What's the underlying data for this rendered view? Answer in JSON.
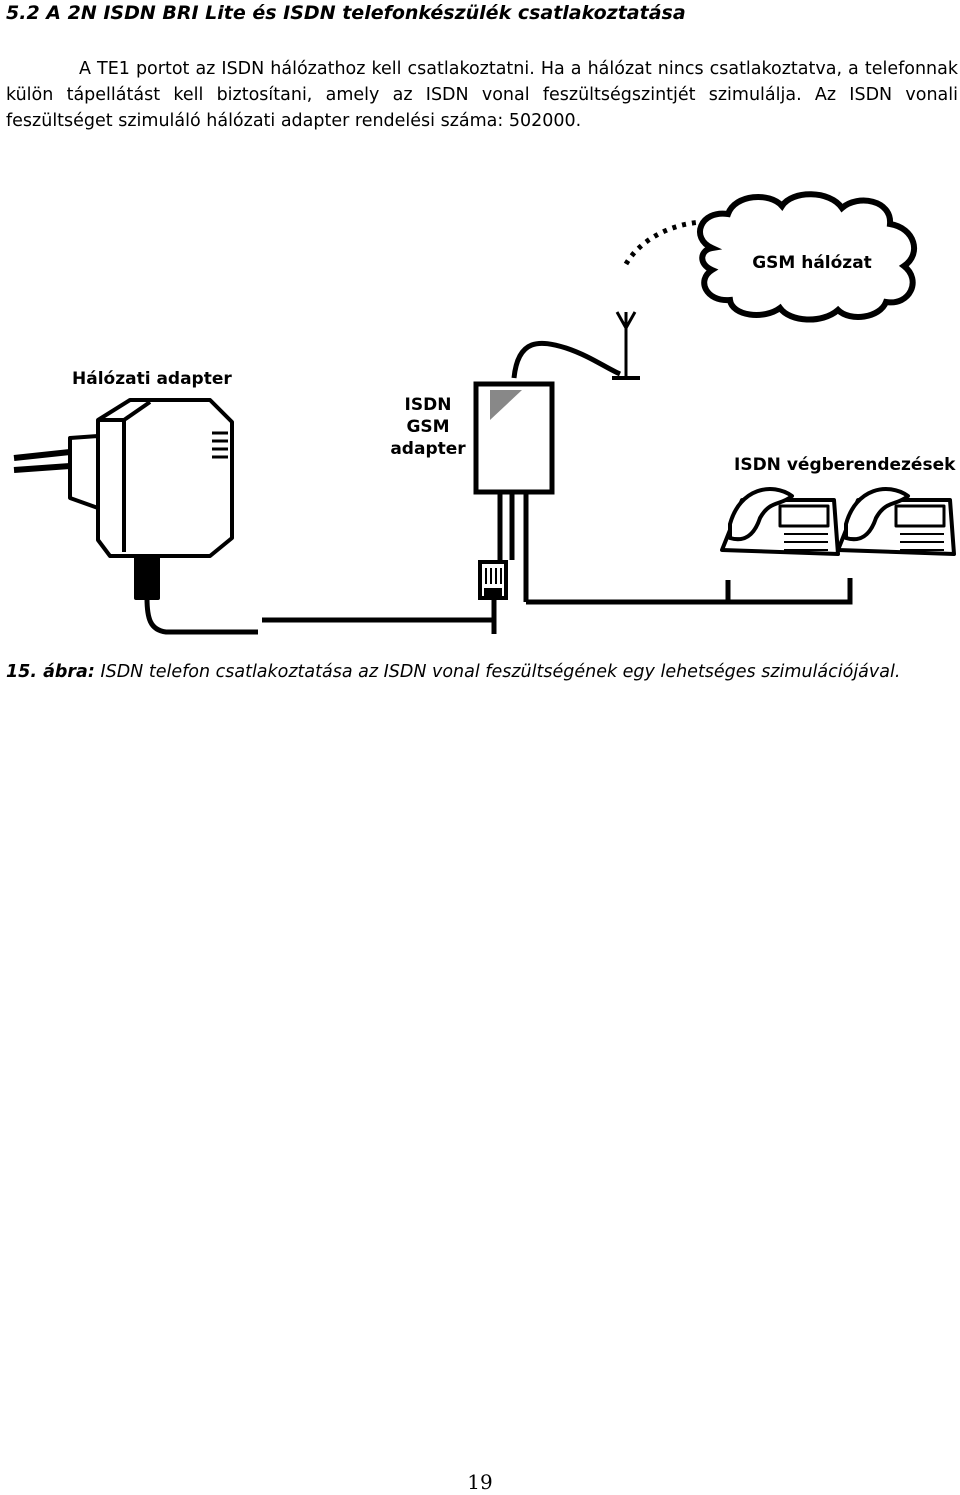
{
  "heading": "5.2 A 2N ISDN BRI Lite és ISDN telefonkészülék csatlakoztatása",
  "paragraph": "A TE1 portot az ISDN hálózathoz kell csatlakoztatni. Ha a hálózat nincs csatlakoztatva, a telefonnak külön tápellátást kell biztosítani, amely az ISDN vonal feszültségszintjét szimulálja. Az ISDN vonali feszültséget szimuláló hálózati adapter rendelési száma: 502000.",
  "figure": {
    "label_gsm_network": "GSM hálózat",
    "label_power_adapter": "Hálózati adapter",
    "label_isdn": "ISDN",
    "label_gsm": "GSM",
    "label_adapter": "adapter",
    "label_isdn_terminals": "ISDN végberendezések"
  },
  "caption": {
    "number": "15. ábra:",
    "text": " ISDN telefon csatlakoztatása az ISDN vonal feszültségének egy lehetséges szimulációjával."
  },
  "page_number": "19"
}
